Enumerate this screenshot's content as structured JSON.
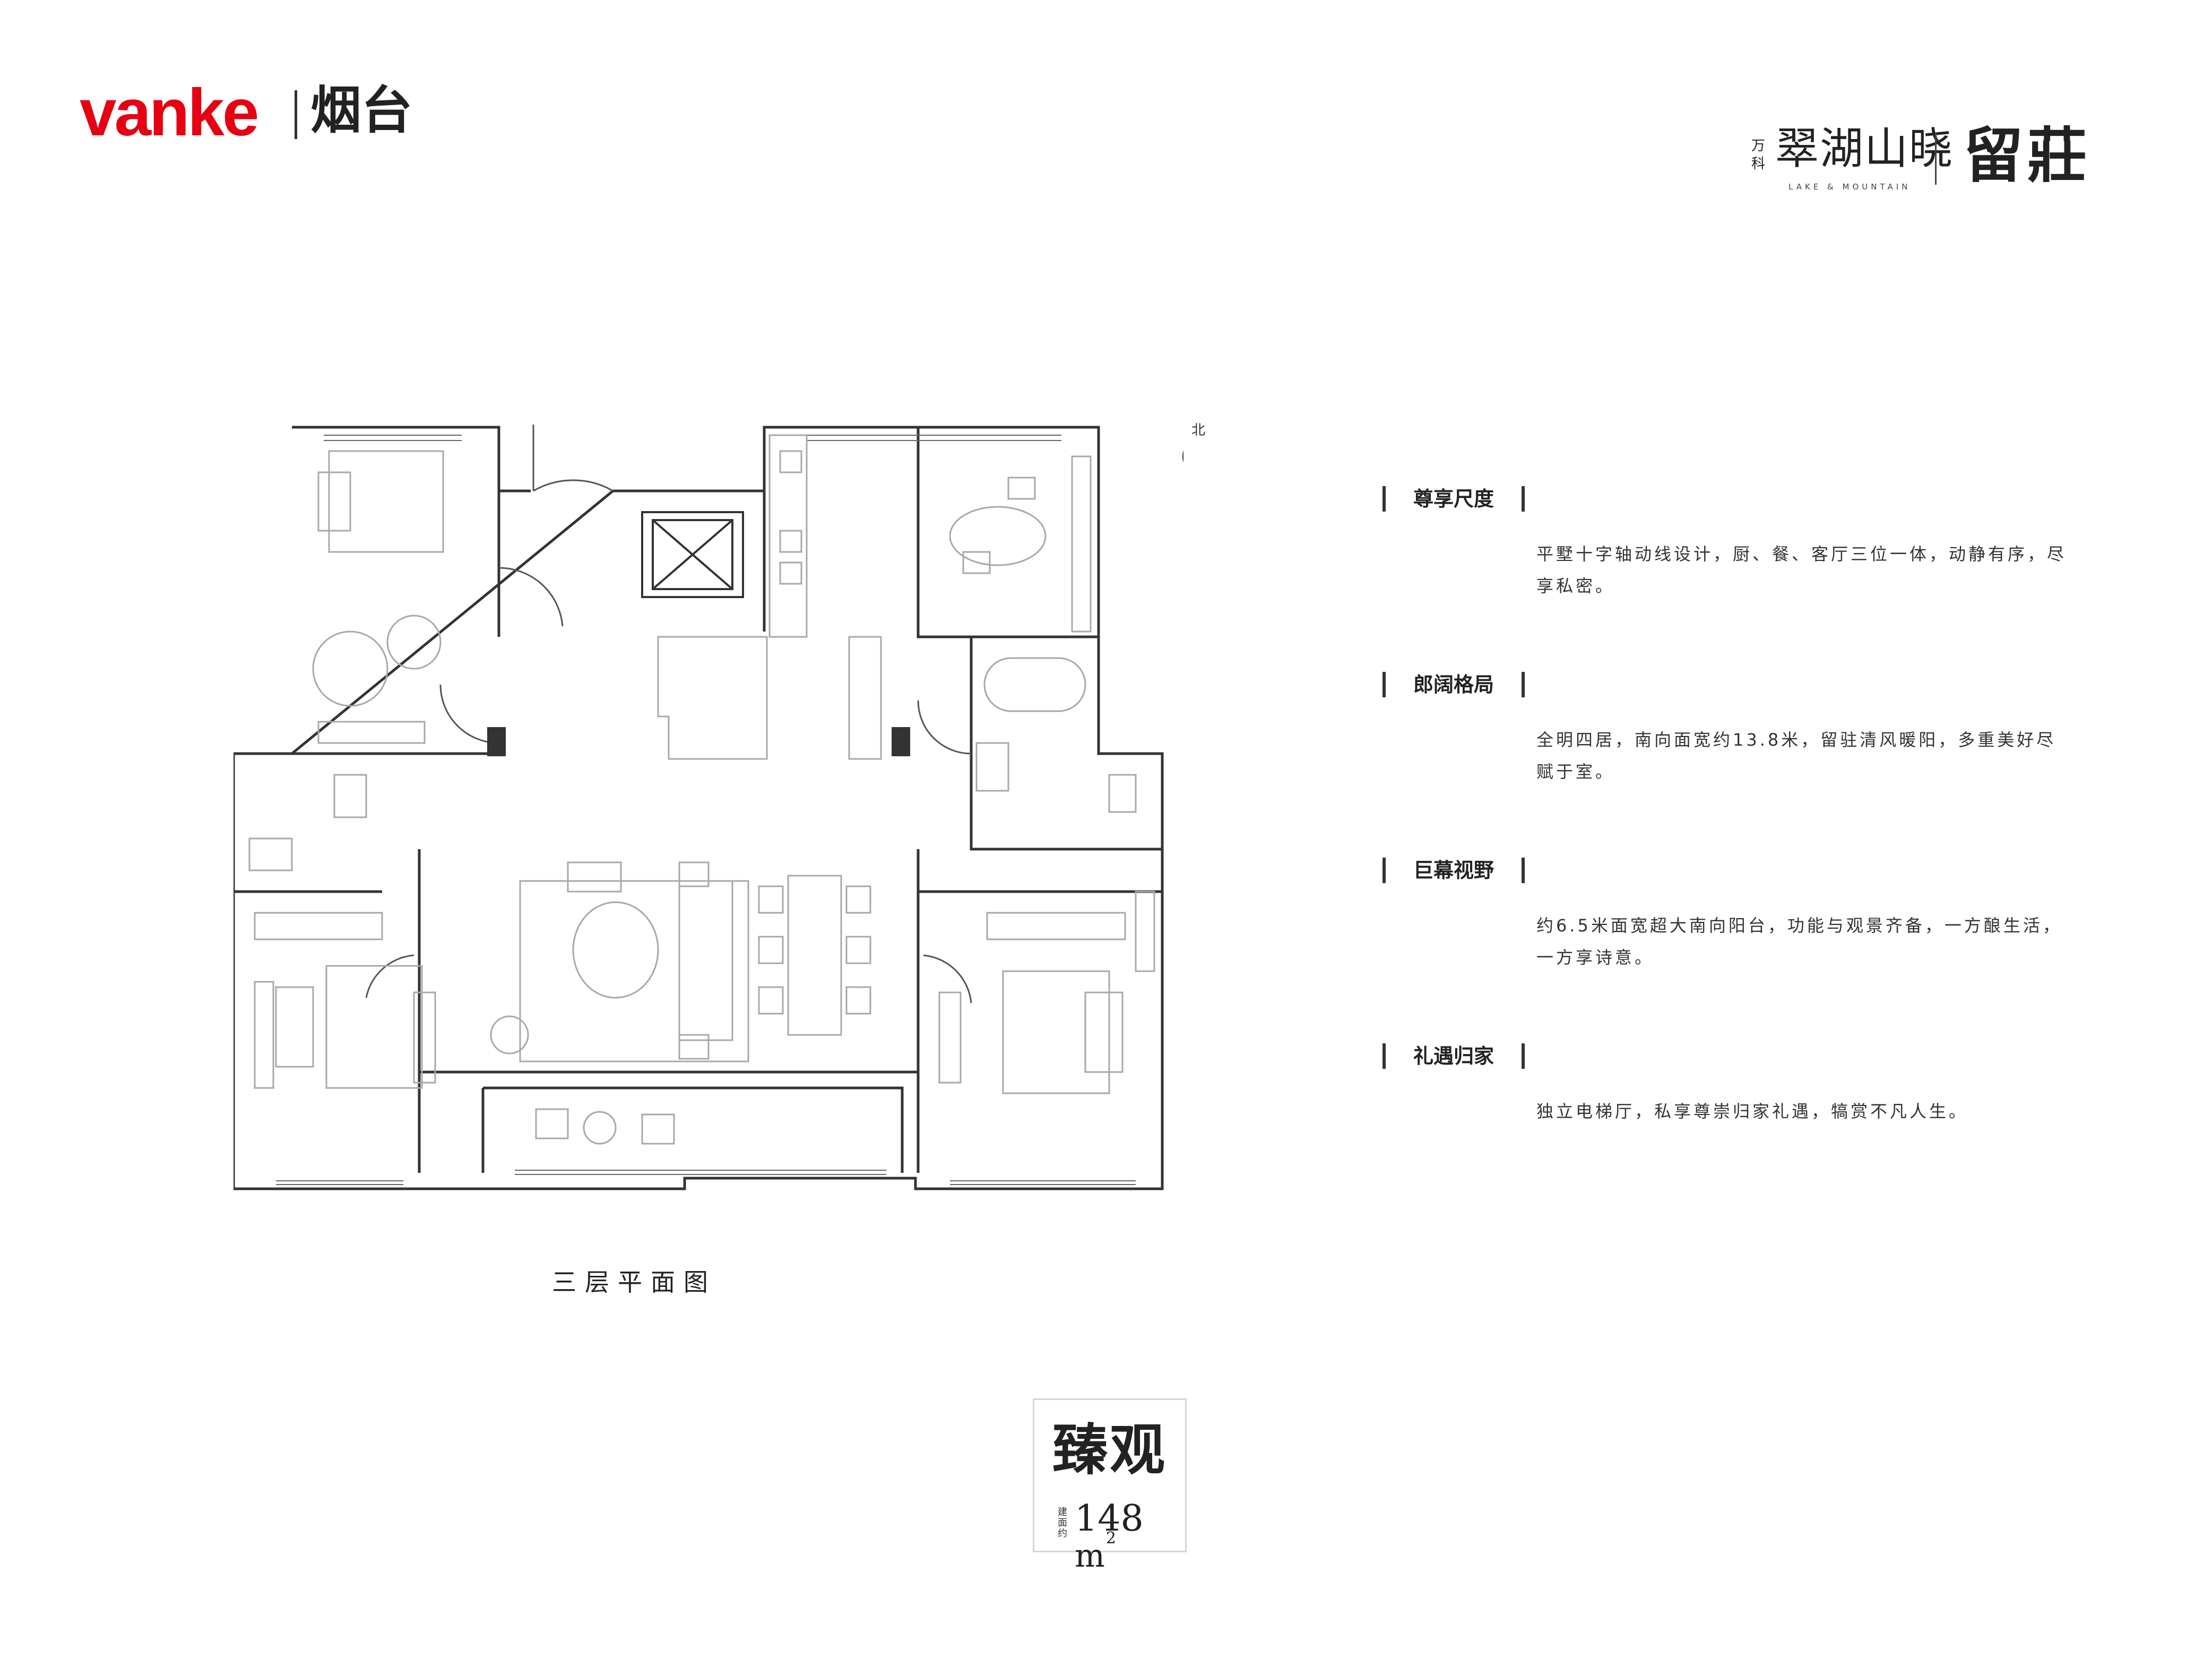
{
  "header": {
    "brand_logo": "vanke",
    "brand_city": "烟台",
    "project_prefix": "万科",
    "project_name": "翠湖山晓",
    "project_subtitle": "LAKE & MOUNTAIN",
    "project_series": "留莊"
  },
  "plan": {
    "north_label": "北",
    "caption": "三层平面图"
  },
  "features": [
    {
      "title": "尊享尺度",
      "description": "平墅十字轴动线设计，厨、餐、客厅三位一体，动静有序，尽享私密。"
    },
    {
      "title": "郎阔格局",
      "description": "全明四居，南向面宽约13.8米，留驻清风暖阳，多重美好尽赋于室。"
    },
    {
      "title": "巨幕视野",
      "description": "约6.5米面宽超大南向阳台，功能与观景齐备，一方酿生活，一方享诗意。"
    },
    {
      "title": "礼遇归家",
      "description": "独立电梯厅，私享尊崇归家礼遇，犒赏不凡人生。"
    }
  ],
  "badge": {
    "name": "臻观",
    "area_label": "建面约",
    "area_value": "148",
    "area_unit": "m",
    "area_unit_sup": "2"
  },
  "colors": {
    "brand_red": "#e60012",
    "text_dark": "#222222",
    "wall": "#333333",
    "furniture": "#a8a8a8"
  }
}
